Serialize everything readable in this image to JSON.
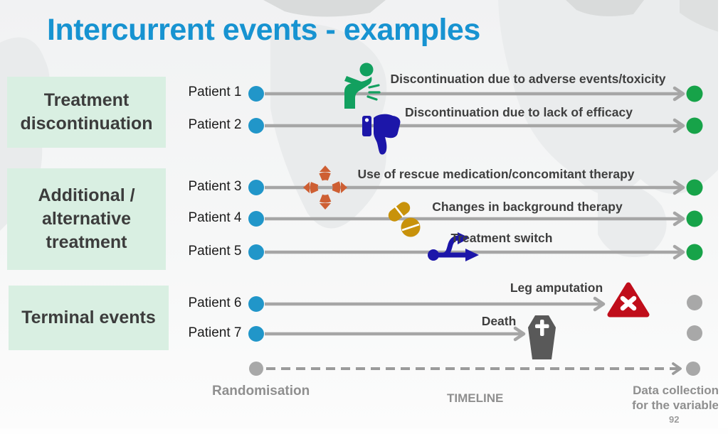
{
  "slide": {
    "title": "Intercurrent events - examples",
    "page_number": "92"
  },
  "palette": {
    "title_blue": "#1793D1",
    "category_bg": "#D9EFE2",
    "line_gray": "#A6A6A6",
    "dot_blue": "#2196C9",
    "dot_green": "#17A349",
    "dot_gray": "#A8A8A8",
    "icon_green": "#12A05F",
    "icon_navy": "#1C16A9",
    "icon_orange": "#CE5F33",
    "icon_gold": "#C8920B",
    "icon_red": "#C00E1B",
    "icon_coffin_gray": "#595959",
    "event_text": "#3F3F3F",
    "footer_gray": "#8F8F8F"
  },
  "categories": [
    {
      "label": "Treatment discontinuation"
    },
    {
      "label": "Additional / alternative treatment"
    },
    {
      "label": "Terminal events"
    }
  ],
  "patients": [
    {
      "label": "Patient 1",
      "event": "Discontinuation due to adverse events/toxicity",
      "icon": "vomiting-person-icon",
      "end_marker": "green-dot"
    },
    {
      "label": "Patient 2",
      "event": "Discontinuation due to lack of efficacy",
      "icon": "thumbs-down-icon",
      "end_marker": "green-dot"
    },
    {
      "label": "Patient 3",
      "event": "Use of rescue medication/concomitant therapy",
      "icon": "lifebuoy-icon",
      "end_marker": "green-dot"
    },
    {
      "label": "Patient 4",
      "event": "Changes in background therapy",
      "icon": "pills-icon",
      "end_marker": "green-dot"
    },
    {
      "label": "Patient 5",
      "event": "Treatment switch",
      "icon": "branch-arrow-icon",
      "end_marker": "green-dot"
    },
    {
      "label": "Patient 6",
      "event": "Leg amputation",
      "icon": "warning-triangle-icon",
      "end_marker": "gray-dot"
    },
    {
      "label": "Patient 7",
      "event": "Death",
      "icon": "coffin-icon",
      "end_marker": "gray-dot"
    }
  ],
  "timeline": {
    "start_label": "Randomisation",
    "axis_label": "TIMELINE",
    "end_label": "Data collection for the variable"
  }
}
